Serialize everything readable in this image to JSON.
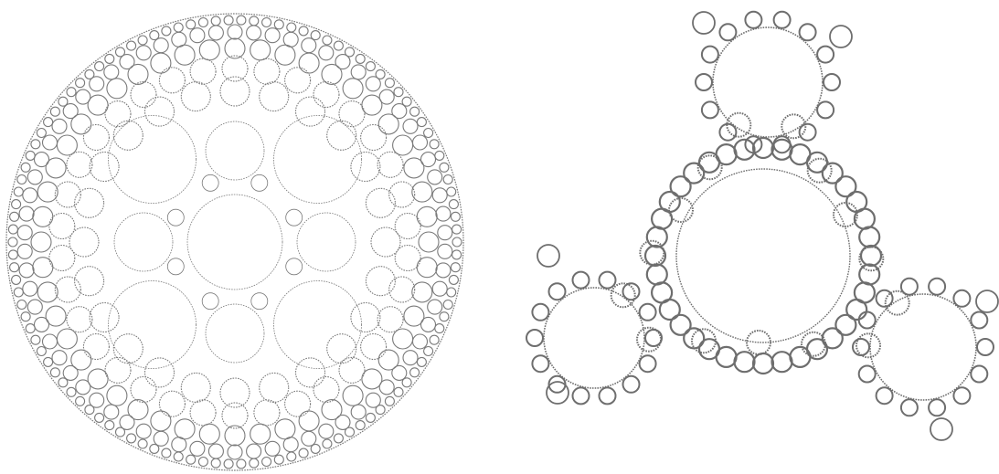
{
  "figure": {
    "panels": [
      {
        "name": "circular-packing-fractal",
        "shape": "disk",
        "stroke_color": "#7a7a7a",
        "fill_color": "#ffffff"
      },
      {
        "name": "triangular-packing-fractal",
        "shape": "curved-triangle",
        "stroke_color": "#6e6e6e",
        "fill_color": "#ffffff"
      }
    ],
    "background_color": "#ffffff"
  }
}
